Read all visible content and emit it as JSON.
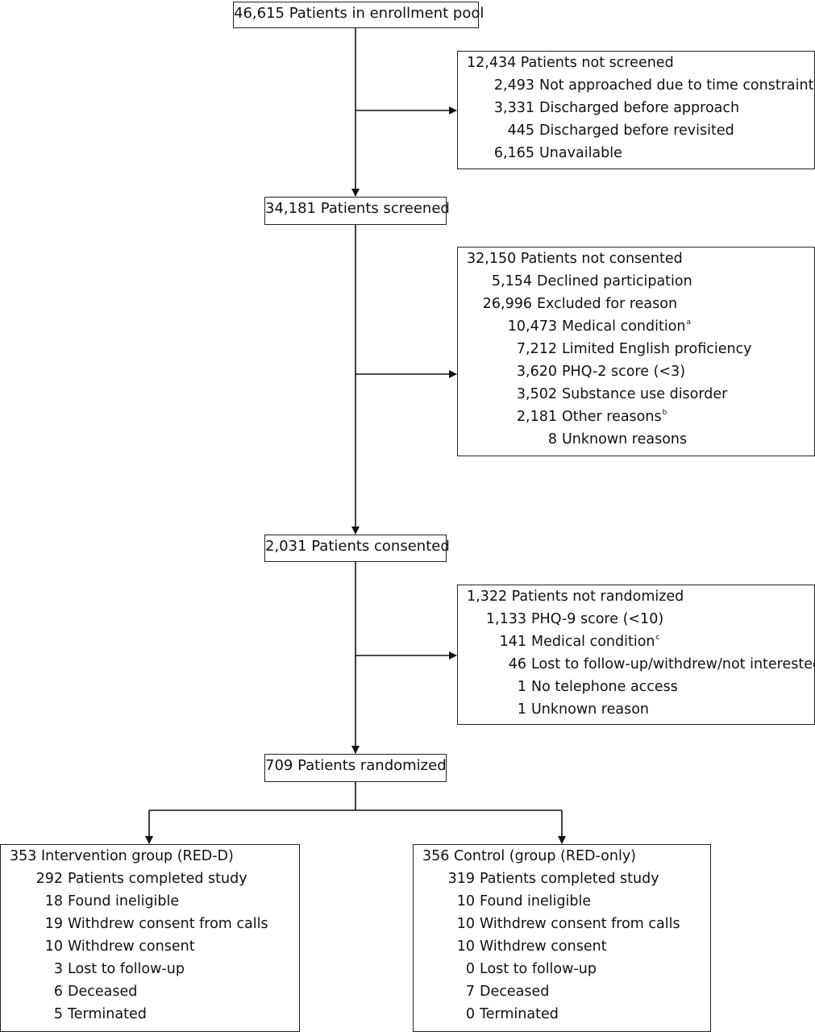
{
  "main_nodes": {
    "pool": "46,615 Patients in enrollment pool",
    "screened": "34,181 Patients screened",
    "consented": "2,031 Patients consented",
    "randomized": "709 Patients randomized"
  },
  "not_screened": {
    "header": "12,434 Patients not screened",
    "items": [
      {
        "num": "2,493",
        "label": "Not approached due to time constraint"
      },
      {
        "num": "3,331",
        "label": "Discharged before approach"
      },
      {
        "num": "445",
        "label": "Discharged before revisited"
      },
      {
        "num": "6,165",
        "label": "Unavailable"
      }
    ]
  },
  "not_consented": {
    "header": "32,150 Patients not consented",
    "items": [
      {
        "num": "5,154",
        "label": "Declined participation",
        "sup": ""
      },
      {
        "num": "26,996",
        "label": "Excluded for reason",
        "sup": ""
      },
      {
        "num": "10,473",
        "label": "Medical condition",
        "sup": "a"
      },
      {
        "num": "7,212",
        "label": "Limited English proficiency",
        "sup": ""
      },
      {
        "num": "3,620",
        "label": "PHQ-2 score (<3)",
        "sup": ""
      },
      {
        "num": "3,502",
        "label": "Substance use disorder",
        "sup": ""
      },
      {
        "num": "2,181",
        "label": "Other reasons",
        "sup": "b"
      },
      {
        "num": "8",
        "label": "Unknown reasons",
        "sup": ""
      }
    ]
  },
  "not_randomized": {
    "header": "1,322 Patients not randomized",
    "items": [
      {
        "num": "1,133",
        "label": "PHQ-9 score (<10)",
        "sup": ""
      },
      {
        "num": "141",
        "label": "Medical condition",
        "sup": "c"
      },
      {
        "num": "46",
        "label": "Lost to follow-up/withdrew/not interested",
        "sup": ""
      },
      {
        "num": "1",
        "label": "No telephone access",
        "sup": ""
      },
      {
        "num": "1",
        "label": "Unknown reason",
        "sup": ""
      }
    ]
  },
  "intervention": {
    "header": "353 Intervention group (RED-D)",
    "items": [
      {
        "num": "292",
        "label": "Patients completed study"
      },
      {
        "num": "18",
        "label": "Found ineligible"
      },
      {
        "num": "19",
        "label": "Withdrew consent from calls"
      },
      {
        "num": "10",
        "label": "Withdrew consent"
      },
      {
        "num": "3",
        "label": "Lost to follow-up"
      },
      {
        "num": "6",
        "label": "Deceased"
      },
      {
        "num": "5",
        "label": "Terminated"
      }
    ]
  },
  "control": {
    "header": "356 Control (group (RED-only)",
    "items": [
      {
        "num": "319",
        "label": "Patients completed study"
      },
      {
        "num": "10",
        "label": "Found ineligible"
      },
      {
        "num": "10",
        "label": "Withdrew consent from calls"
      },
      {
        "num": "10",
        "label": "Withdrew consent"
      },
      {
        "num": "0",
        "label": "Lost to follow-up"
      },
      {
        "num": "7",
        "label": "Deceased"
      },
      {
        "num": "0",
        "label": "Terminated"
      }
    ]
  }
}
